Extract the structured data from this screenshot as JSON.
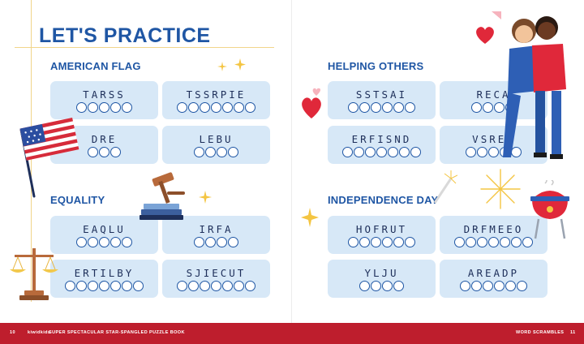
{
  "title": "LET'S PRACTICE",
  "sections": [
    {
      "heading": "AMERICAN FLAG",
      "items": [
        {
          "scramble": "TARSS",
          "letters": 5
        },
        {
          "scramble": "TSSRPIE",
          "letters": 7
        },
        {
          "scramble": "DRE",
          "letters": 3
        },
        {
          "scramble": "LEBU",
          "letters": 4
        }
      ]
    },
    {
      "heading": "EQUALITY",
      "items": [
        {
          "scramble": "EAQLU",
          "letters": 5
        },
        {
          "scramble": "IRFA",
          "letters": 4
        },
        {
          "scramble": "ERTILBY",
          "letters": 7
        },
        {
          "scramble": "SJIECUT",
          "letters": 7
        }
      ]
    },
    {
      "heading": "HELPING OTHERS",
      "items": [
        {
          "scramble": "SSTSAI",
          "letters": 6
        },
        {
          "scramble": "RECA",
          "letters": 4
        },
        {
          "scramble": "ERFISND",
          "letters": 7
        },
        {
          "scramble": "VSREE",
          "letters": 5
        }
      ]
    },
    {
      "heading": "INDEPENDENCE DAY",
      "items": [
        {
          "scramble": "HOFRUT",
          "letters": 6
        },
        {
          "scramble": "DRFMEEO",
          "letters": 7
        },
        {
          "scramble": "YLJU",
          "letters": 4
        },
        {
          "scramble": "AREADP",
          "letters": 6
        }
      ]
    }
  ],
  "footer": {
    "left_page": "10",
    "book_title": "SUPER SPECTACULAR STAR-SPANGLED PUZZLE BOOK",
    "publisher": "kiwidkids",
    "section_name": "WORD SCRAMBLES",
    "right_page": "11"
  },
  "colors": {
    "heading_blue": "#1f56a4",
    "card_fill": "#d7e8f7",
    "footer_red": "#be1e2d"
  },
  "illustrations": [
    "american-flag-icon",
    "gavel-icon",
    "scales-of-justice-icon",
    "people-hug-icon",
    "heart-icon",
    "firework-icon",
    "grill-icon",
    "sparkle-icon"
  ]
}
